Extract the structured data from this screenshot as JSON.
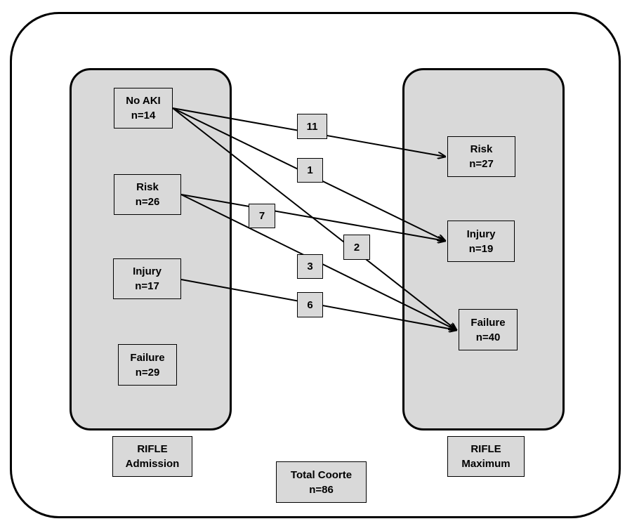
{
  "admission": {
    "label_line1": "RIFLE",
    "label_line2": "Admission",
    "nodes": [
      {
        "name": "No AKI",
        "count": "n=14"
      },
      {
        "name": "Risk",
        "count": "n=26"
      },
      {
        "name": "Injury",
        "count": "n=17"
      },
      {
        "name": "Failure",
        "count": "n=29"
      }
    ]
  },
  "maximum": {
    "label_line1": "RIFLE",
    "label_line2": "Maximum",
    "nodes": [
      {
        "name": "Risk",
        "count": "n=27"
      },
      {
        "name": "Injury",
        "count": "n=19"
      },
      {
        "name": "Failure",
        "count": "n=40"
      }
    ]
  },
  "total": {
    "line1": "Total Coorte",
    "line2": "n=86"
  },
  "transitions": [
    {
      "from": "No AKI",
      "to": "Risk",
      "value": "11"
    },
    {
      "from": "No AKI",
      "to": "Injury",
      "value": "1"
    },
    {
      "from": "No AKI",
      "to": "Failure",
      "value": "2"
    },
    {
      "from": "Risk",
      "to": "Injury",
      "value": "7"
    },
    {
      "from": "Risk",
      "to": "Failure",
      "value": "3"
    },
    {
      "from": "Injury",
      "to": "Failure",
      "value": "6"
    }
  ],
  "colors": {
    "box_fill": "#d9d9d9",
    "stroke": "#000000"
  }
}
